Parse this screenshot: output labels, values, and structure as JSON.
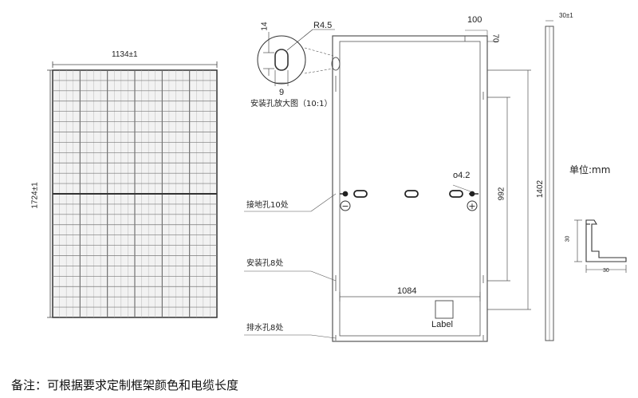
{
  "labels": {
    "width_dim": "1134±1",
    "height_dim": "1724±1",
    "hole_dim_14": "14",
    "hole_radius": "R4.5",
    "hole_dim_9": "9",
    "hole_caption": "安装孔放大图（10:1）",
    "dim_100": "100",
    "dim_70": "70",
    "frame_depth": "30±1",
    "unit": "单位:mm",
    "ground_hole_dia": "o4.2",
    "dim_992": "992",
    "dim_1402": "1402",
    "ground_holes": "接地孔10处",
    "mount_holes": "安装孔8处",
    "drain_holes": "排水孔8处",
    "dim_1084": "1084",
    "label_box": "Label",
    "section_h": "30",
    "section_w": "30",
    "minus_sign": "−",
    "plus_sign": "+"
  },
  "footnote": "备注：可根据要求定制框架颜色和电缆长度"
}
